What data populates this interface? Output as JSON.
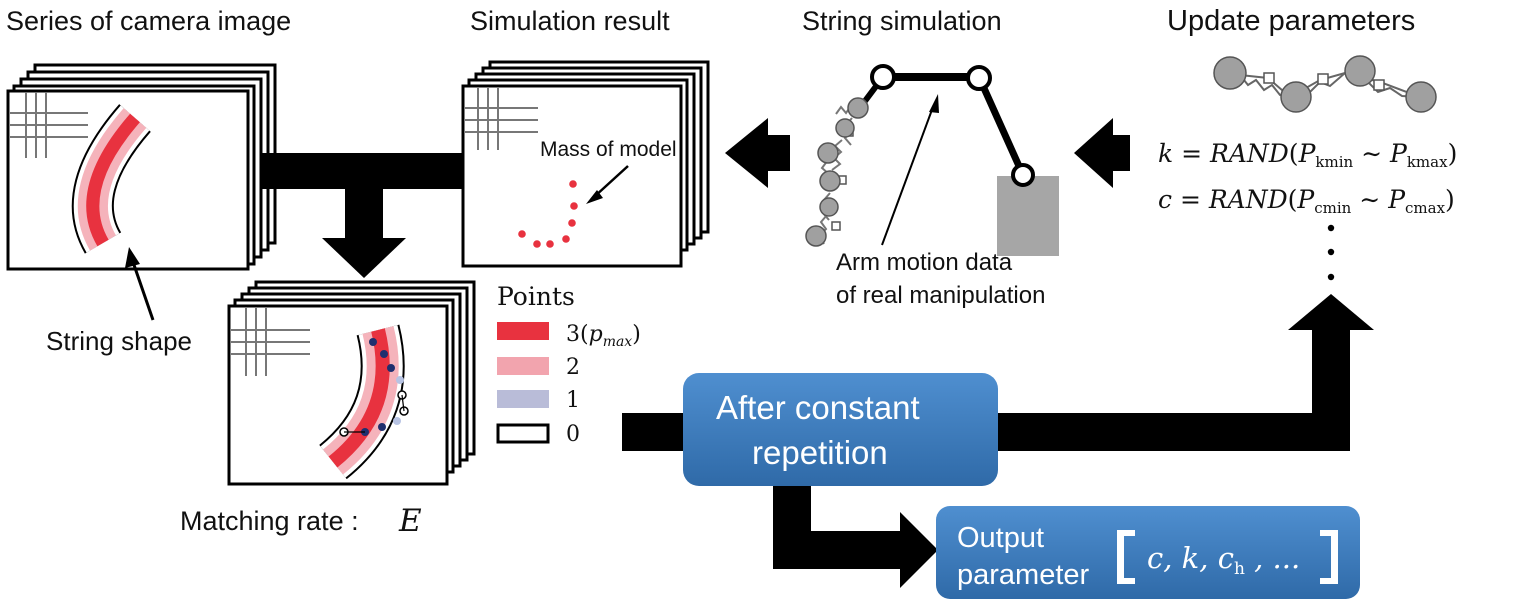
{
  "headings": {
    "camera": "Series of camera image",
    "simulation_result": "Simulation result",
    "string_simulation": "String simulation",
    "update_parameters": "Update parameters"
  },
  "labels": {
    "mass_of_model": "Mass of model",
    "string_shape": "String shape",
    "arm_motion_line1": "Arm motion data",
    "arm_motion_line2": "of real manipulation",
    "matching_rate": "Matching rate :",
    "matching_symbol": "E"
  },
  "formulas": {
    "k_var": "k",
    "k_eq": " = ",
    "k_rand": "RAND",
    "k_open": "(",
    "k_p1": "P",
    "k_sub1": "kmin",
    "k_sim": " ∼ ",
    "k_p2": "P",
    "k_sub2": "kmax",
    "k_close": ")",
    "c_var": "c",
    "c_eq": " = ",
    "c_rand": "RAND",
    "c_open": "(",
    "c_p1": "P",
    "c_sub1": "cmin",
    "c_sim": " ∼ ",
    "c_p2": "P",
    "c_sub2": "cmax",
    "c_close": ")"
  },
  "legend": {
    "title": "Points",
    "items": [
      {
        "label_num": "3",
        "label_open": "(",
        "label_var": "p",
        "label_sub": "max",
        "label_close": ")",
        "color": "#e8323f"
      },
      {
        "label": "2",
        "color": "#f2a4ae"
      },
      {
        "label": "1",
        "color": "#b9bcd8"
      },
      {
        "label": "0",
        "color": "#ffffff"
      }
    ]
  },
  "boxes": {
    "after_line1": "After constant",
    "after_line2": "repetition",
    "output_line1": "Output",
    "output_line2": "parameter",
    "output_vars": "c, k, c",
    "output_sub": "h",
    "output_tail": " , ...",
    "button_color": "#3f7fc0"
  },
  "colors": {
    "string_red": "#e8323f",
    "string_pink": "#f5b3bb",
    "mass_gray": "#a0a0a0",
    "block_gray": "#a6a6a6",
    "dot_navy": "#1f2f6e",
    "dot_light": "#b7c3e3"
  }
}
